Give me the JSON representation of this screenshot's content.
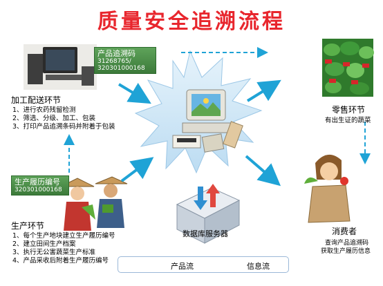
{
  "title": "质量安全追溯流程",
  "product_code_tag": {
    "label": "产品追溯码",
    "line1": "31268765/",
    "line2": "320301000168"
  },
  "history_tag": {
    "label": "生产履历编号",
    "value": "320301000168"
  },
  "processing": {
    "heading": "加工配送环节",
    "items": [
      "1、进行农药残留检测",
      "2、筛选、分级、加工、包装",
      "3、打印产品追溯条码并附着于包装"
    ]
  },
  "production": {
    "heading": "生产环节",
    "items": [
      "1、每个生产地块建立生产履历编号",
      "2、建立田间生产档案",
      "3、执行无公害蔬菜生产标准",
      "4、产品采收后附着生产履历编号"
    ]
  },
  "retail": {
    "heading": "零售环节",
    "caption": "有出生证的蔬菜"
  },
  "consumer": {
    "heading": "消费者",
    "line1": "查询产品追溯码",
    "line2": "获取生产履历信息"
  },
  "server": {
    "label": "数据库服务器"
  },
  "legend": {
    "product_flow": "产品流",
    "info_flow": "信息流"
  },
  "colors": {
    "title": "#e8262d",
    "arrow": "#1fa3d6",
    "tag_green": "#4a8f47",
    "burst": "#cfe6f7"
  }
}
